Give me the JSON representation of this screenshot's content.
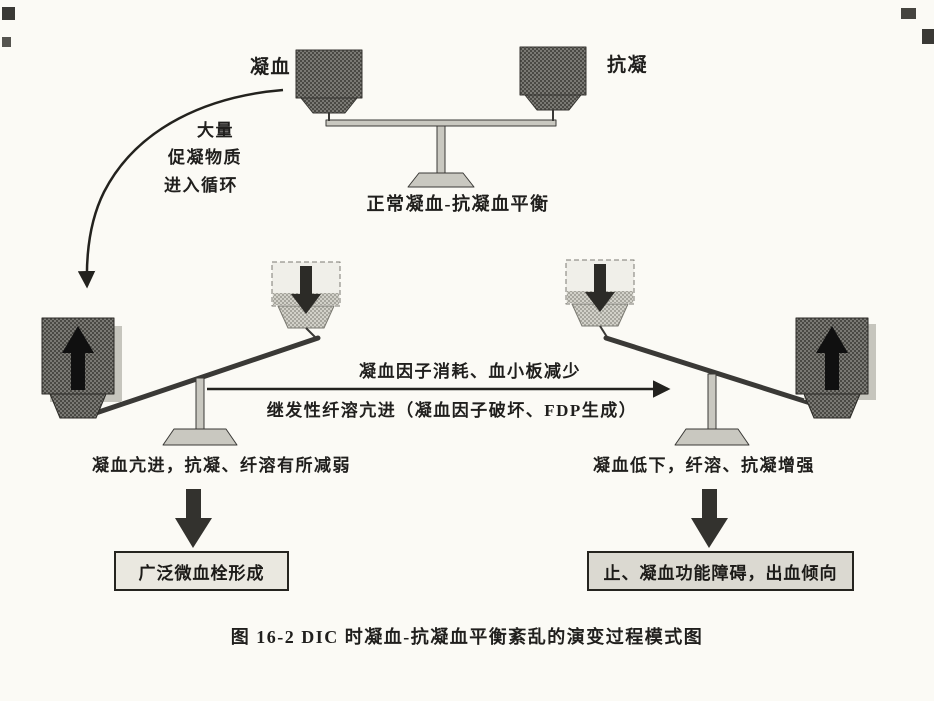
{
  "figure_caption": "图 16-2  DIC 时凝血-抗凝血平衡紊乱的演变过程模式图",
  "normal_balance": {
    "left_weight": "凝血",
    "right_weight": "抗凝",
    "caption": "正常凝血-抗凝血平衡"
  },
  "trigger_note": {
    "lines": [
      "大量",
      "促凝物质",
      "进入循环"
    ]
  },
  "progression": {
    "above_arrow": "凝血因子消耗、血小板减少",
    "below_arrow": "继发性纤溶亢进（凝血因子破坏、FDP生成）"
  },
  "hypercoagulable_stage": {
    "caption": "凝血亢进，抗凝、纤溶有所减弱",
    "outcome": "广泛微血栓形成"
  },
  "hypocoagulable_stage": {
    "caption": "凝血低下，纤溶、抗凝增强",
    "outcome": "止、凝血功能障碍，出血倾向"
  },
  "colors": {
    "paper": "#fbfaf5",
    "ink": "#23221e",
    "dark_weight": "#5d5c56",
    "light_fill": "#c9c8c0",
    "left_box_bg": "#eae8e0",
    "right_box_bg": "#dbd9d1"
  }
}
